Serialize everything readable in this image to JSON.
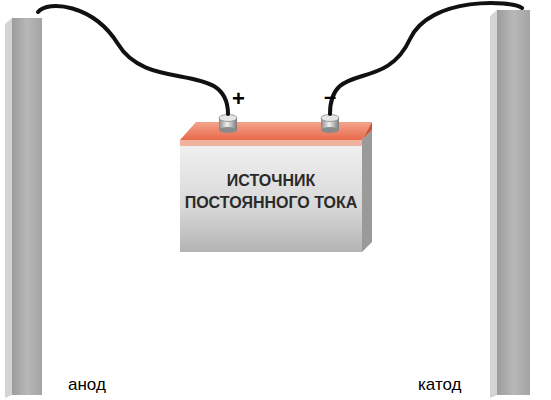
{
  "diagram": {
    "nodes": [
      {
        "text": [
          "анод"
        ]
      },
      {
        "text": [
          "ИСТОЧНИК ПОСТОЯННОГО ТОКА"
        ]
      },
      {
        "text": [
          "катод"
        ]
      }
    ],
    "edges": [
      {
        "from": 1,
        "to": 0,
        "arrow": "none"
      },
      {
        "from": 1,
        "to": 2,
        "arrow": "none"
      }
    ],
    "labels": [
      "+",
      "–"
    ]
  }
}
